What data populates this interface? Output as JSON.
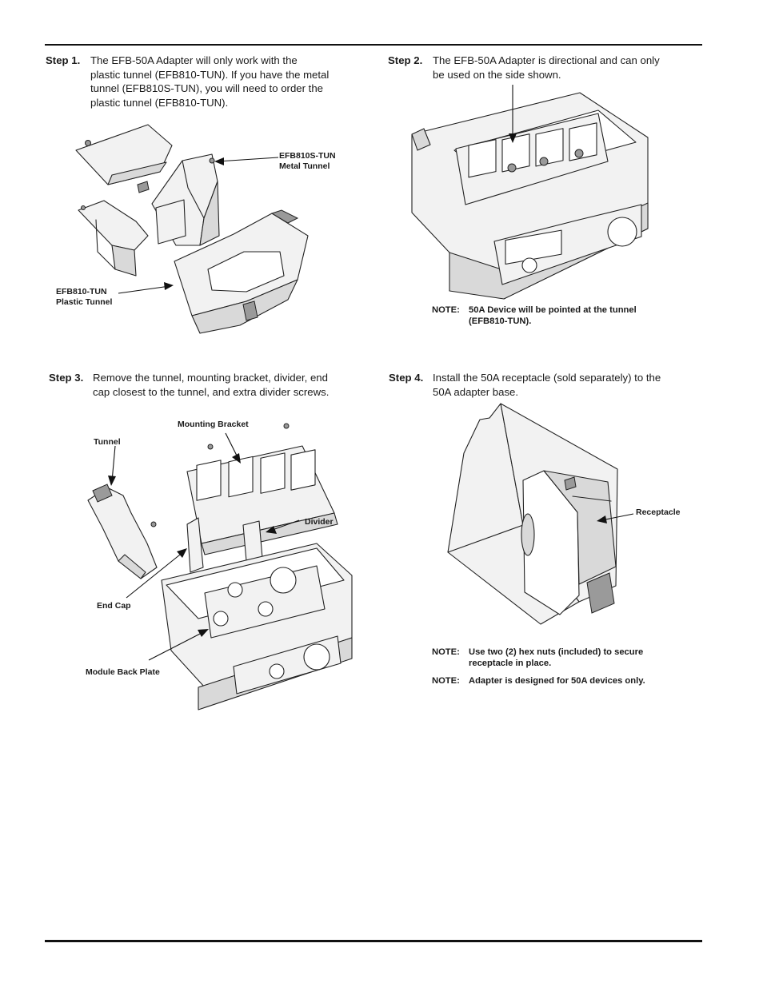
{
  "steps": [
    {
      "number": "Step 1.",
      "lines": [
        "The EFB-50A Adapter will only work with the",
        "plastic tunnel (EFB810-TUN). If you have the metal",
        "tunnel (EFB810S-TUN), you will need to order the",
        "plastic tunnel (EFB810-TUN)."
      ]
    },
    {
      "number": "Step 2.",
      "lines": [
        "The EFB-50A Adapter is directional and can only",
        "be used on the side shown."
      ]
    },
    {
      "number": "Step 3.",
      "lines": [
        "Remove the tunnel, mounting bracket, divider, end",
        "cap closest to the tunnel, and extra divider screws."
      ]
    },
    {
      "number": "Step 4.",
      "lines": [
        "Install the 50A receptacle (sold separately) to the",
        "50A adapter base."
      ]
    }
  ],
  "figure1": {
    "metal_tunnel": [
      "EFB810S-TUN",
      "Metal Tunnel"
    ],
    "plastic_tunnel": [
      "EFB810-TUN",
      "Plastic Tunnel"
    ]
  },
  "figure2": {
    "note_label": "NOTE:",
    "note_lines": [
      "50A Device will be pointed at the tunnel",
      "(EFB810-TUN)."
    ]
  },
  "figure3": {
    "tunnel": "Tunnel",
    "mounting_bracket": "Mounting Bracket",
    "divider": "Divider",
    "end_cap": "End Cap",
    "module_back_plate": "Module Back Plate"
  },
  "figure4": {
    "receptacle": "Receptacle",
    "notes": [
      {
        "label": "NOTE:",
        "lines": [
          "Use two (2) hex nuts (included) to secure",
          "receptacle in place."
        ]
      },
      {
        "label": "NOTE:",
        "lines": [
          "Adapter is designed for 50A devices only."
        ]
      }
    ]
  }
}
